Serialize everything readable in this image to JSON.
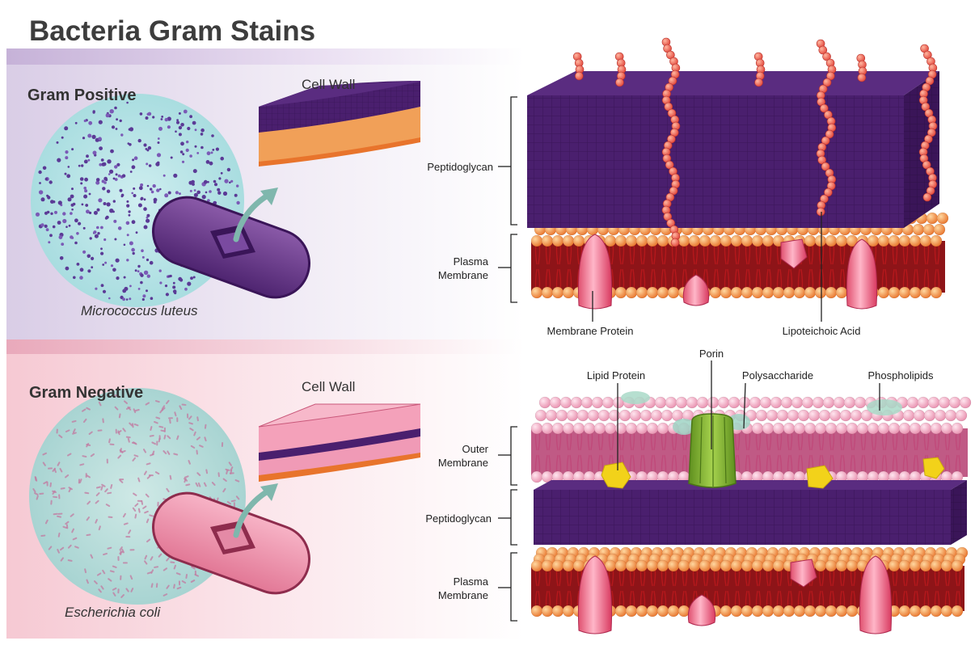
{
  "title": "Bacteria Gram Stains",
  "positive": {
    "heading": "Gram Positive",
    "cell_wall_label": "Cell Wall",
    "organism": "Micrococcus luteus",
    "labels": {
      "peptidoglycan": "Peptidoglycan",
      "plasma_line1": "Plasma",
      "plasma_line2": "Membrane",
      "membrane_protein": "Membrane Protein",
      "lipoteichoic": "Lipoteichoic Acid"
    }
  },
  "negative": {
    "heading": "Gram Negative",
    "cell_wall_label": "Cell Wall",
    "organism": "Escherichia coli",
    "labels": {
      "lipid_protein": "Lipid Protein",
      "porin": "Porin",
      "polysaccharide": "Polysaccharide",
      "phospholipids": "Phospholipids",
      "outer_line1": "Outer",
      "outer_line2": "Membrane",
      "peptidoglycan": "Peptidoglycan",
      "plasma_line1": "Plasma",
      "plasma_line2": "Membrane"
    }
  },
  "colors": {
    "purple": "#4a1f6e",
    "purple_light": "#6b3a8f",
    "pink": "#f08aa8",
    "orange": "#e8742c",
    "lipid_red": "#b5181c",
    "outer_pink": "#f3b4c8",
    "yellow": "#f2d21a",
    "green": "#86b43a"
  }
}
